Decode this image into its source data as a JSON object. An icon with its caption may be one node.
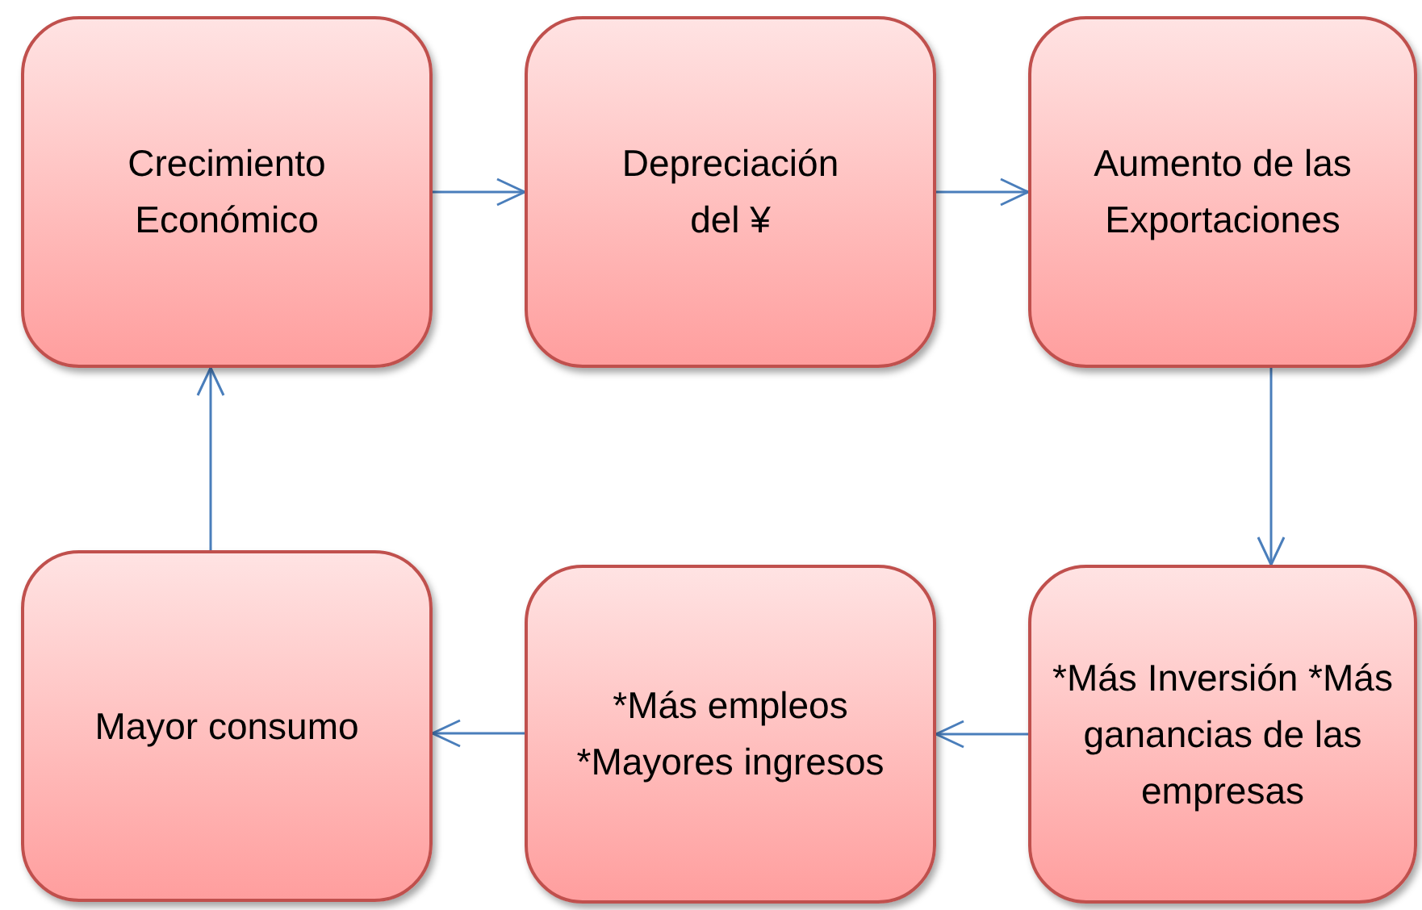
{
  "diagram": {
    "nodes": [
      {
        "text": [
          "Crecimiento Económico"
        ]
      },
      {
        "text": [
          "Depreciación del ¥"
        ]
      },
      {
        "text": [
          "Aumento de las Exportaciones"
        ]
      },
      {
        "text": [
          "*Más Inversión *Más ganancias de las empresas"
        ]
      },
      {
        "text": [
          "*Más empleos *Mayores ingresos"
        ]
      },
      {
        "text": [
          "Mayor consumo"
        ]
      }
    ],
    "edges": [
      {
        "from": 0,
        "to": 1,
        "arrow": "to"
      },
      {
        "from": 1,
        "to": 2,
        "arrow": "to"
      },
      {
        "from": 2,
        "to": 3,
        "arrow": "to"
      },
      {
        "from": 3,
        "to": 4,
        "arrow": "to"
      },
      {
        "from": 4,
        "to": 5,
        "arrow": "to"
      },
      {
        "from": 5,
        "to": 0,
        "arrow": "to"
      }
    ]
  }
}
